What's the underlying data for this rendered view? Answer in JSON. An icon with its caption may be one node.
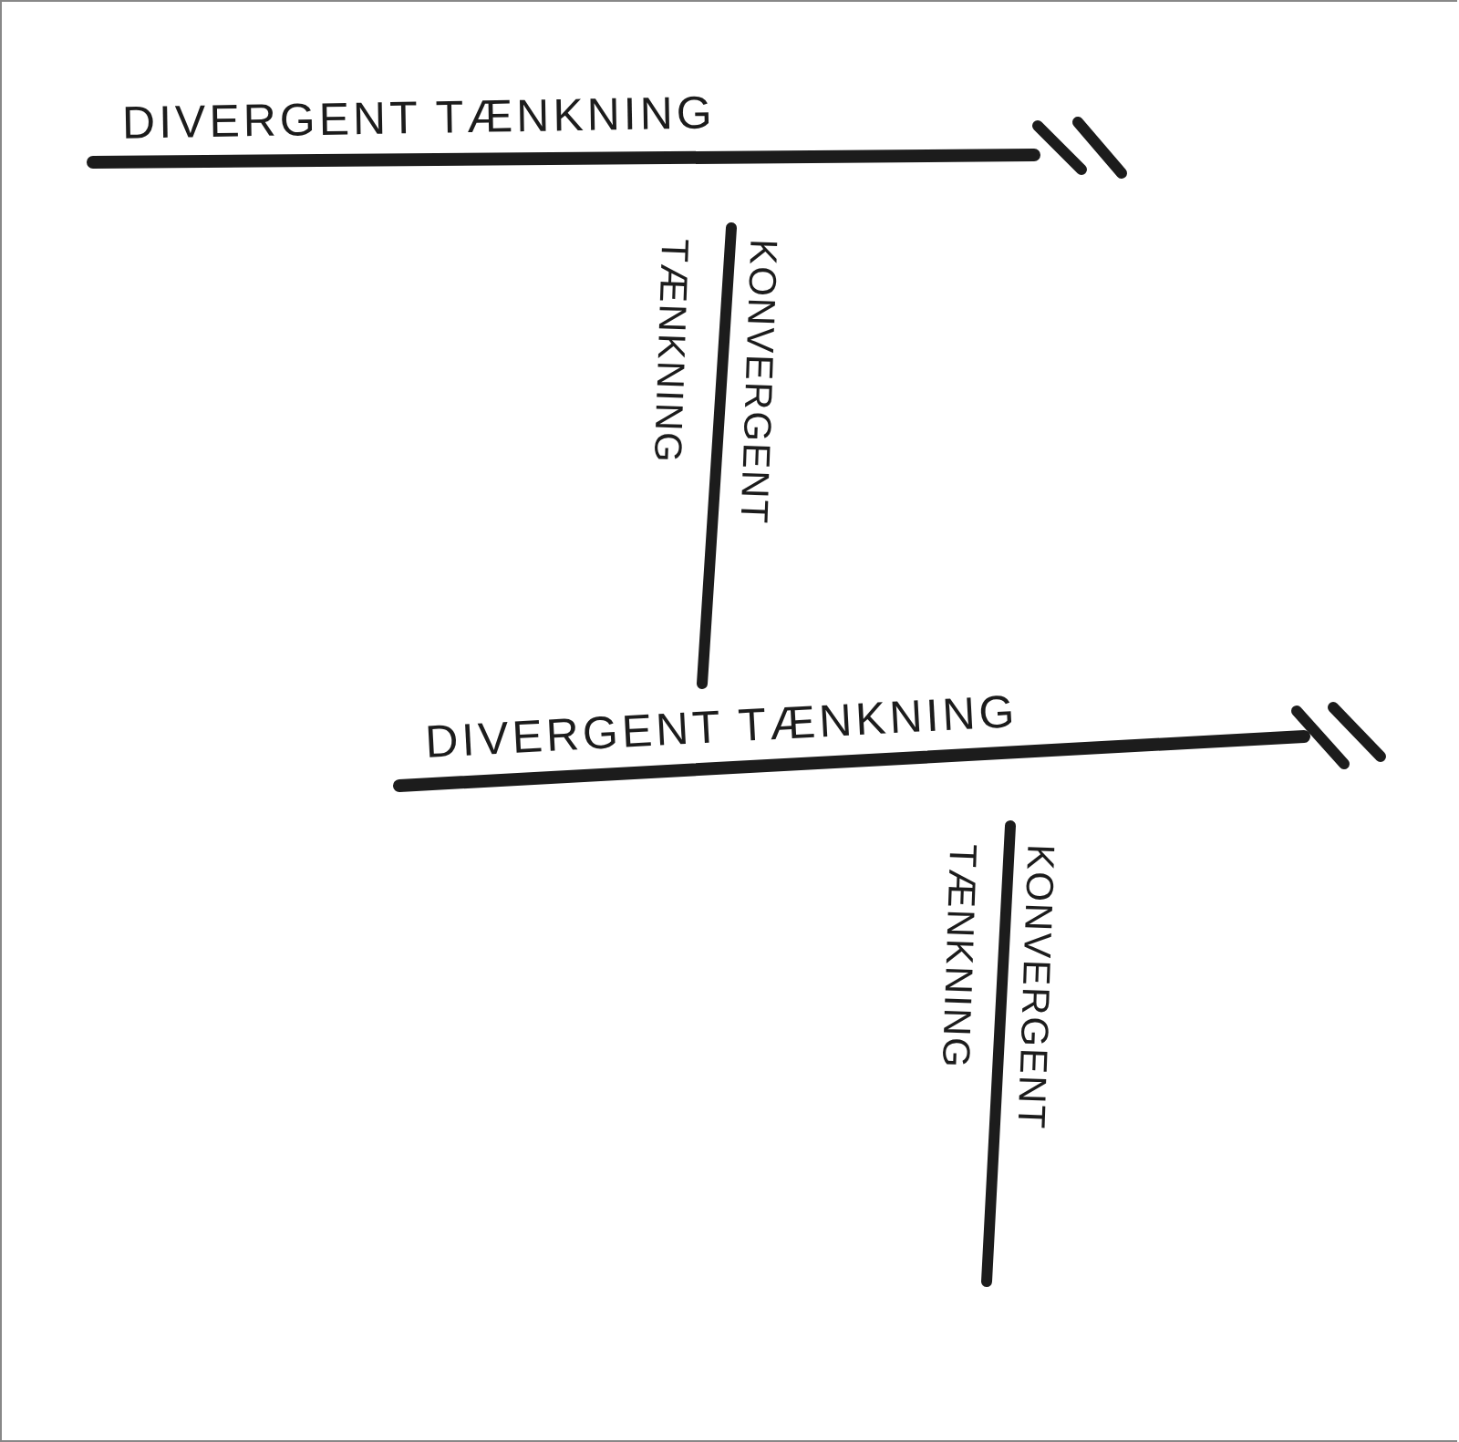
{
  "diagram": {
    "labels": [
      "DIVERGENT TÆNKNING",
      "KONVERGENT",
      "TÆNKNING",
      "DIVERGENT TÆNKNING",
      "KONVERGENT",
      "TÆNKNING"
    ]
  }
}
